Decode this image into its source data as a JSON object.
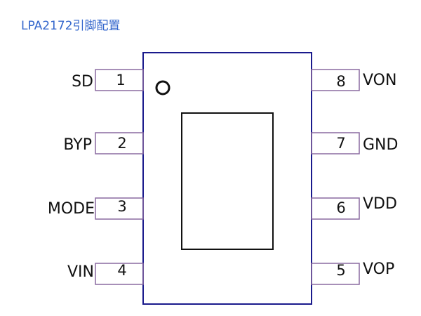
{
  "title": "LPA2172引脚配置",
  "colors": {
    "title": "#3366cc",
    "body_outline": "#1a1a8c",
    "pin_outline": "#8a6aa0",
    "text": "#111111"
  },
  "pins_left": [
    {
      "number": "1",
      "label": "SD"
    },
    {
      "number": "2",
      "label": "BYP"
    },
    {
      "number": "3",
      "label": "MODE"
    },
    {
      "number": "4",
      "label": "VIN"
    }
  ],
  "pins_right": [
    {
      "number": "8",
      "label": "VON"
    },
    {
      "number": "7",
      "label": "GND"
    },
    {
      "number": "6",
      "label": "VDD"
    },
    {
      "number": "5",
      "label": "VOP"
    }
  ]
}
